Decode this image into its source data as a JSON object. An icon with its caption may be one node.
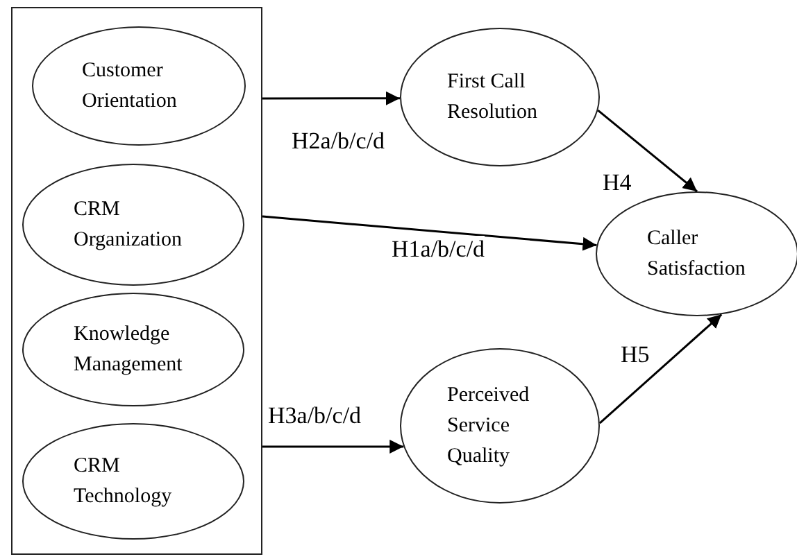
{
  "diagram": {
    "nodes": [
      {
        "text": [],
        "shape": "box"
      },
      {
        "text": [
          "Customer Orientation"
        ],
        "in": 0
      },
      {
        "text": [
          "CRM Organization"
        ],
        "in": 0
      },
      {
        "text": [
          "Knowledge Management"
        ],
        "in": 0
      },
      {
        "text": [
          "CRM Technology"
        ],
        "in": 0
      },
      {
        "text": [
          "First Call Resolution"
        ]
      },
      {
        "text": [
          "Caller Satisfaction"
        ]
      },
      {
        "text": [
          "Perceived Service Quality"
        ]
      }
    ],
    "edges": [
      {
        "from": 0,
        "to": 5,
        "arrow": "to",
        "label": "H2a/b/c/d"
      },
      {
        "from": 0,
        "to": 6,
        "arrow": "to",
        "label": "H1a/b/c/d"
      },
      {
        "from": 0,
        "to": 7,
        "arrow": "to",
        "label": "H3a/b/c/d"
      },
      {
        "from": 5,
        "to": 6,
        "arrow": "to",
        "label": "H4"
      },
      {
        "from": 7,
        "to": 6,
        "arrow": "to",
        "label": "H5"
      }
    ]
  }
}
